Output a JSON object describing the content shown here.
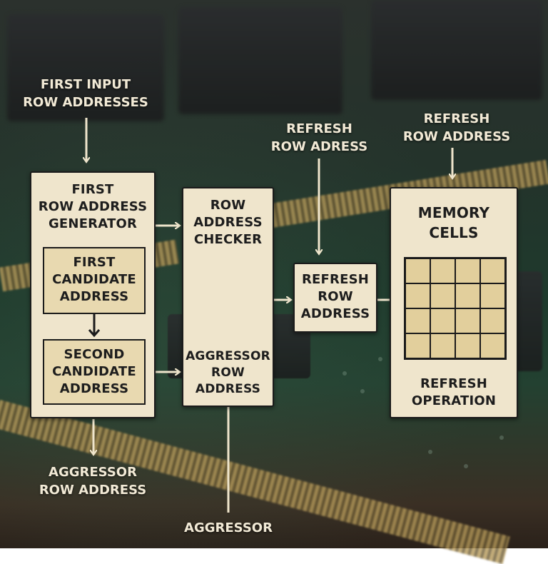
{
  "labels": {
    "first_input": "FIRST INPUT\nROW ADDRESSES",
    "refresh_row_adress": "REFRESH\nROW ADRESS",
    "refresh_row_address_top": "REFRESH\nROW ADDRESS",
    "aggressor_row_address_bottom": "AGGRESSOR\nROW ADDRESS",
    "aggressor_bottom": "AGGRESSOR"
  },
  "boxes": {
    "generator": {
      "title": "FIRST\nROW ADDRESS\nGENERATOR"
    },
    "first_candidate": {
      "title": "FIRST\nCANDIDATE\nADDRESS"
    },
    "second_candidate": {
      "title": "SECOND\nCANDIDATE\nADDRESS"
    },
    "checker": {
      "title": "ROW\nADDRESS\nCHECKER",
      "sub": "AGGRESSOR\nROW\nADDRESS"
    },
    "refresh": {
      "title": "REFRESH\nROW\nADDRESS"
    },
    "memory": {
      "title": "MEMORY\nCELLS",
      "sub": "REFRESH\nOPERATION",
      "grid_rows": 4,
      "grid_cols": 4
    }
  },
  "colors": {
    "box_fill": "#efe5cc",
    "inner_fill": "#e8d9b0",
    "arrow": "#efe5cc",
    "border": "#1b1b1b"
  }
}
